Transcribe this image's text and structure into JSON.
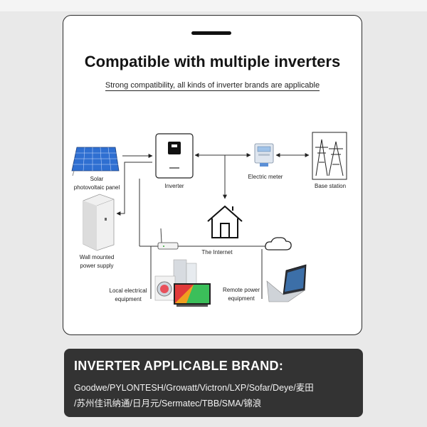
{
  "card": {
    "title": "Compatible with multiple inverters",
    "subtitle": "Strong compatibility, all kinds of inverter brands are applicable"
  },
  "diagram": {
    "solar_label_1": "Solar",
    "solar_label_2": "photovoltaic panel",
    "inverter_label": "Inverter",
    "meter_label": "Electric meter",
    "base_station_label": "Base station",
    "wall_label_1": "Wall mounted",
    "wall_label_2": "power supply",
    "internet_label": "The Internet",
    "local_label_1": "Local electrical",
    "local_label_2": "equipment",
    "remote_label_1": "Remote power",
    "remote_label_2": "equipment"
  },
  "banner": {
    "title": "INVERTER APPLICABLE BRAND:",
    "line1": "Goodwe/PYLONTESH/Growatt/Victron/LXP/Sofar/Deye/麦田",
    "line2": "/苏州佳讯纳通/日月元/Sermatec/TBB/SMA/锦浪"
  },
  "colors": {
    "banner_bg": "#333333",
    "panel_blue": "#2f6fd1"
  }
}
